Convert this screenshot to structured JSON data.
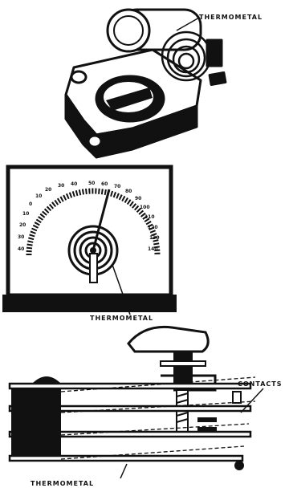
{
  "figures": [
    {
      "id": "carburetor-choke",
      "label": "THERMOMETAL"
    },
    {
      "id": "dial-thermometer",
      "label": "THERMOMETAL",
      "scale_left": [
        "40",
        "30",
        "20",
        "10",
        "0",
        "10",
        "20",
        "30",
        "40"
      ],
      "scale_top": [
        "50",
        "60",
        "70",
        "80",
        "90"
      ],
      "scale_right": [
        "100",
        "110",
        "120",
        "130",
        "140"
      ]
    },
    {
      "id": "thermostat-switch",
      "labels": {
        "contacts": "CONTACTS",
        "thermometal": "THERMOMETAL"
      }
    }
  ],
  "colors": {
    "ink": "#111111",
    "paper": "#ffffff"
  }
}
